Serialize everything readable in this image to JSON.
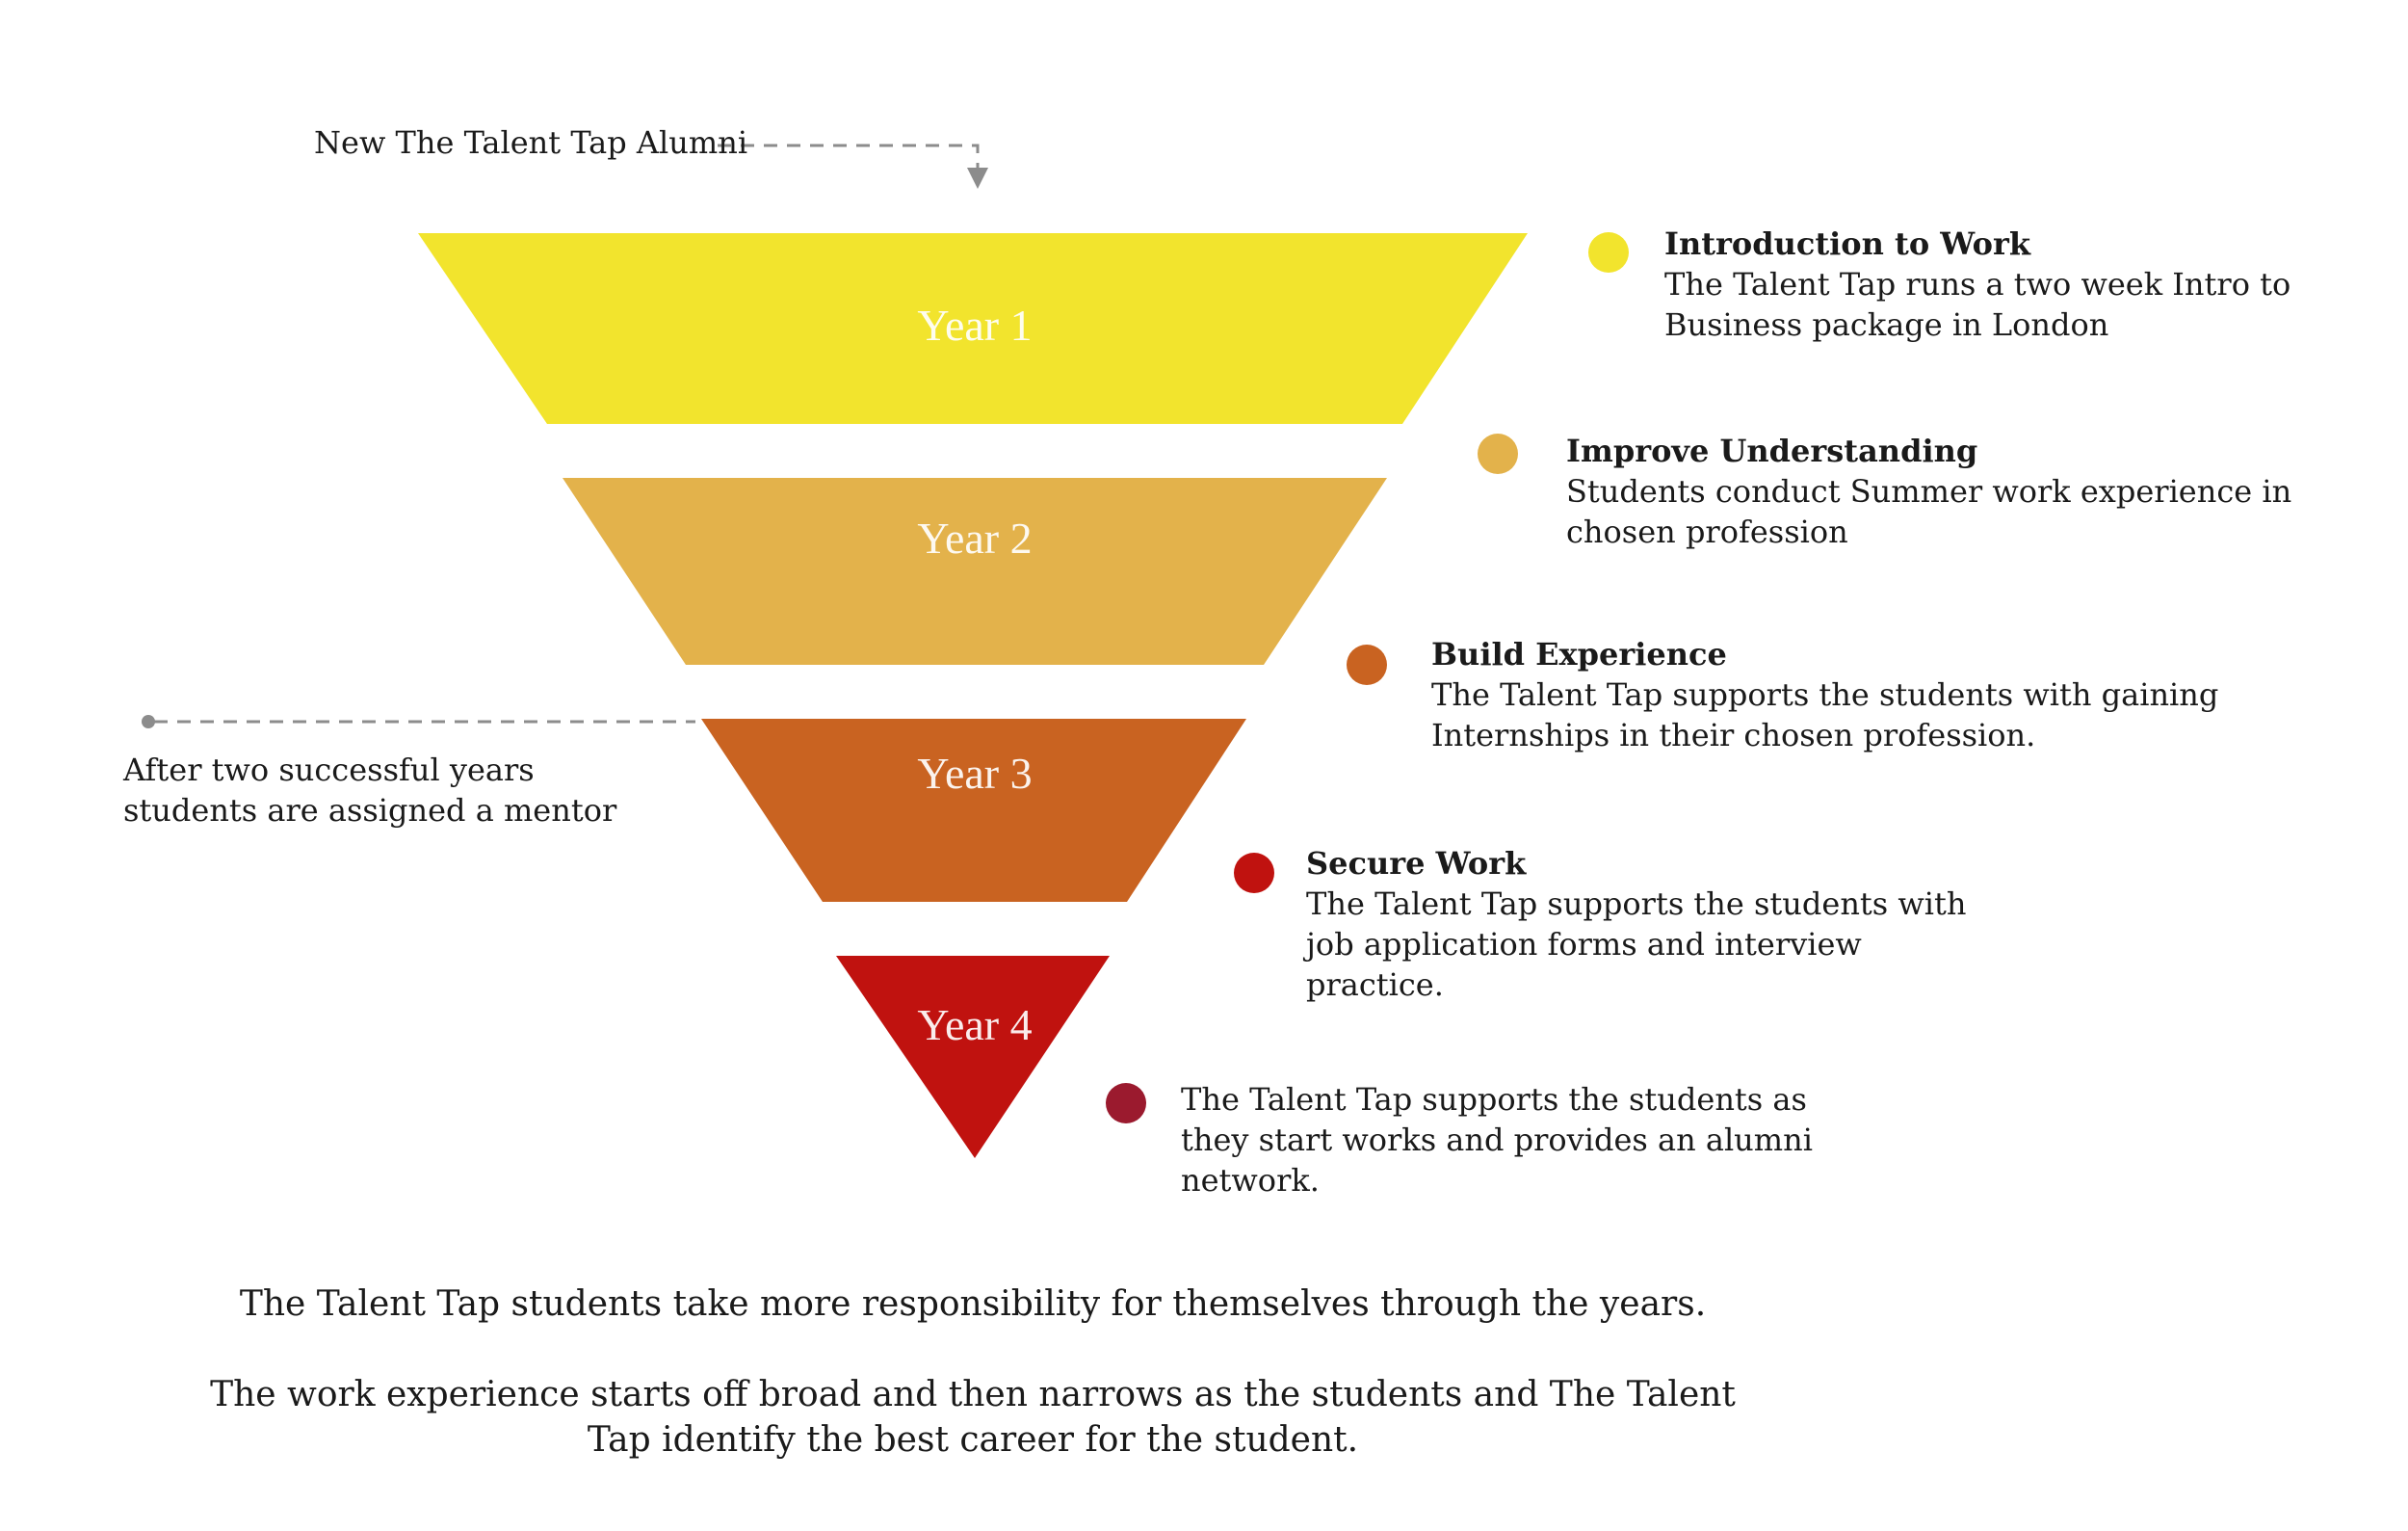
{
  "annotations": {
    "alumni": "New The Talent Tap Alumni",
    "mentor_line1": "After two successful years",
    "mentor_line2": "students are assigned a mentor"
  },
  "stages": [
    {
      "label": "Year 1",
      "color": "#f2e42d"
    },
    {
      "label": "Year 2",
      "color": "#e3b24b"
    },
    {
      "label": "Year 3",
      "color": "#c96321"
    },
    {
      "label": "Year 4",
      "color": "#c0120f"
    }
  ],
  "descriptions": [
    {
      "title": "Introduction to Work",
      "text": "The Talent Tap runs a two week Intro to Business package in London",
      "color": "#f2e42d"
    },
    {
      "title": "Improve Understanding",
      "text": "Students conduct Summer work experience in chosen profession",
      "color": "#e3b24b"
    },
    {
      "title": "Build Experience",
      "text": "The Talent Tap supports the students with gaining Internships in their chosen profession.",
      "color": "#c96321"
    },
    {
      "title": "Secure Work",
      "text": "The Talent Tap supports the students with job application forms and interview practice.",
      "color": "#c0120f"
    },
    {
      "title": "",
      "text": "The Talent Tap supports the students as they start works and provides an alumni network.",
      "color": "#9b1a2e"
    }
  ],
  "footer": {
    "line1": "The Talent Tap students take more responsibility for themselves through the years.",
    "line2": "The work experience starts off broad and then narrows as the students and The Talent Tap identify the best career for the student."
  },
  "connector_color": "#8c8c8c"
}
